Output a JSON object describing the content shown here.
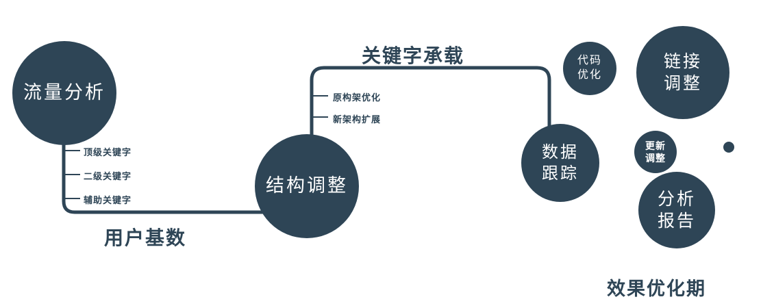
{
  "colors": {
    "accent": "#2e4556",
    "node_text": "#ffffff",
    "background": "#ffffff"
  },
  "nodes": {
    "traffic_analysis": {
      "lines": [
        "流量分析"
      ]
    },
    "structure_adjust": {
      "lines": [
        "结构调整"
      ]
    },
    "data_tracking": {
      "lines": [
        "数据",
        "跟踪"
      ]
    },
    "code_optimize": {
      "lines": [
        "代码",
        "优化"
      ]
    },
    "link_adjust": {
      "lines": [
        "链接",
        "调整"
      ]
    },
    "update_adjust": {
      "lines": [
        "更新",
        "调整"
      ]
    },
    "analysis_report": {
      "lines": [
        "分析",
        "报告"
      ]
    }
  },
  "edge_labels": {
    "keyword_bearing": "关键字承载",
    "user_base": "用户基数",
    "effect_phase": "效果优化期"
  },
  "branch_labels": {
    "traffic": [
      "顶级关键字",
      "二级关键字",
      "辅助关键字"
    ],
    "structure": [
      "原构架优化",
      "新架构扩展"
    ]
  }
}
